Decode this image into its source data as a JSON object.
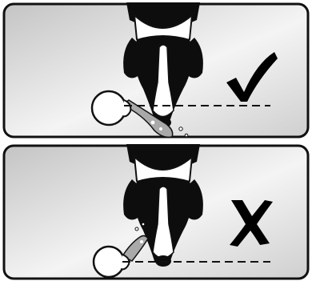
{
  "panels": [
    {
      "id": "correct",
      "mark": "✓",
      "mark_icon": "checkmark-icon",
      "mark_color": "#000000"
    },
    {
      "id": "incorrect",
      "mark": "X",
      "mark_icon": "cross-icon",
      "mark_color": "#000000"
    }
  ],
  "colors": {
    "panel_light": "#ffffff",
    "panel_dark": "#c8c8c8",
    "outline": "#111111",
    "dog_black": "#0d0d0d",
    "dog_white": "#ffffff",
    "treat": "#a9a9a9"
  }
}
